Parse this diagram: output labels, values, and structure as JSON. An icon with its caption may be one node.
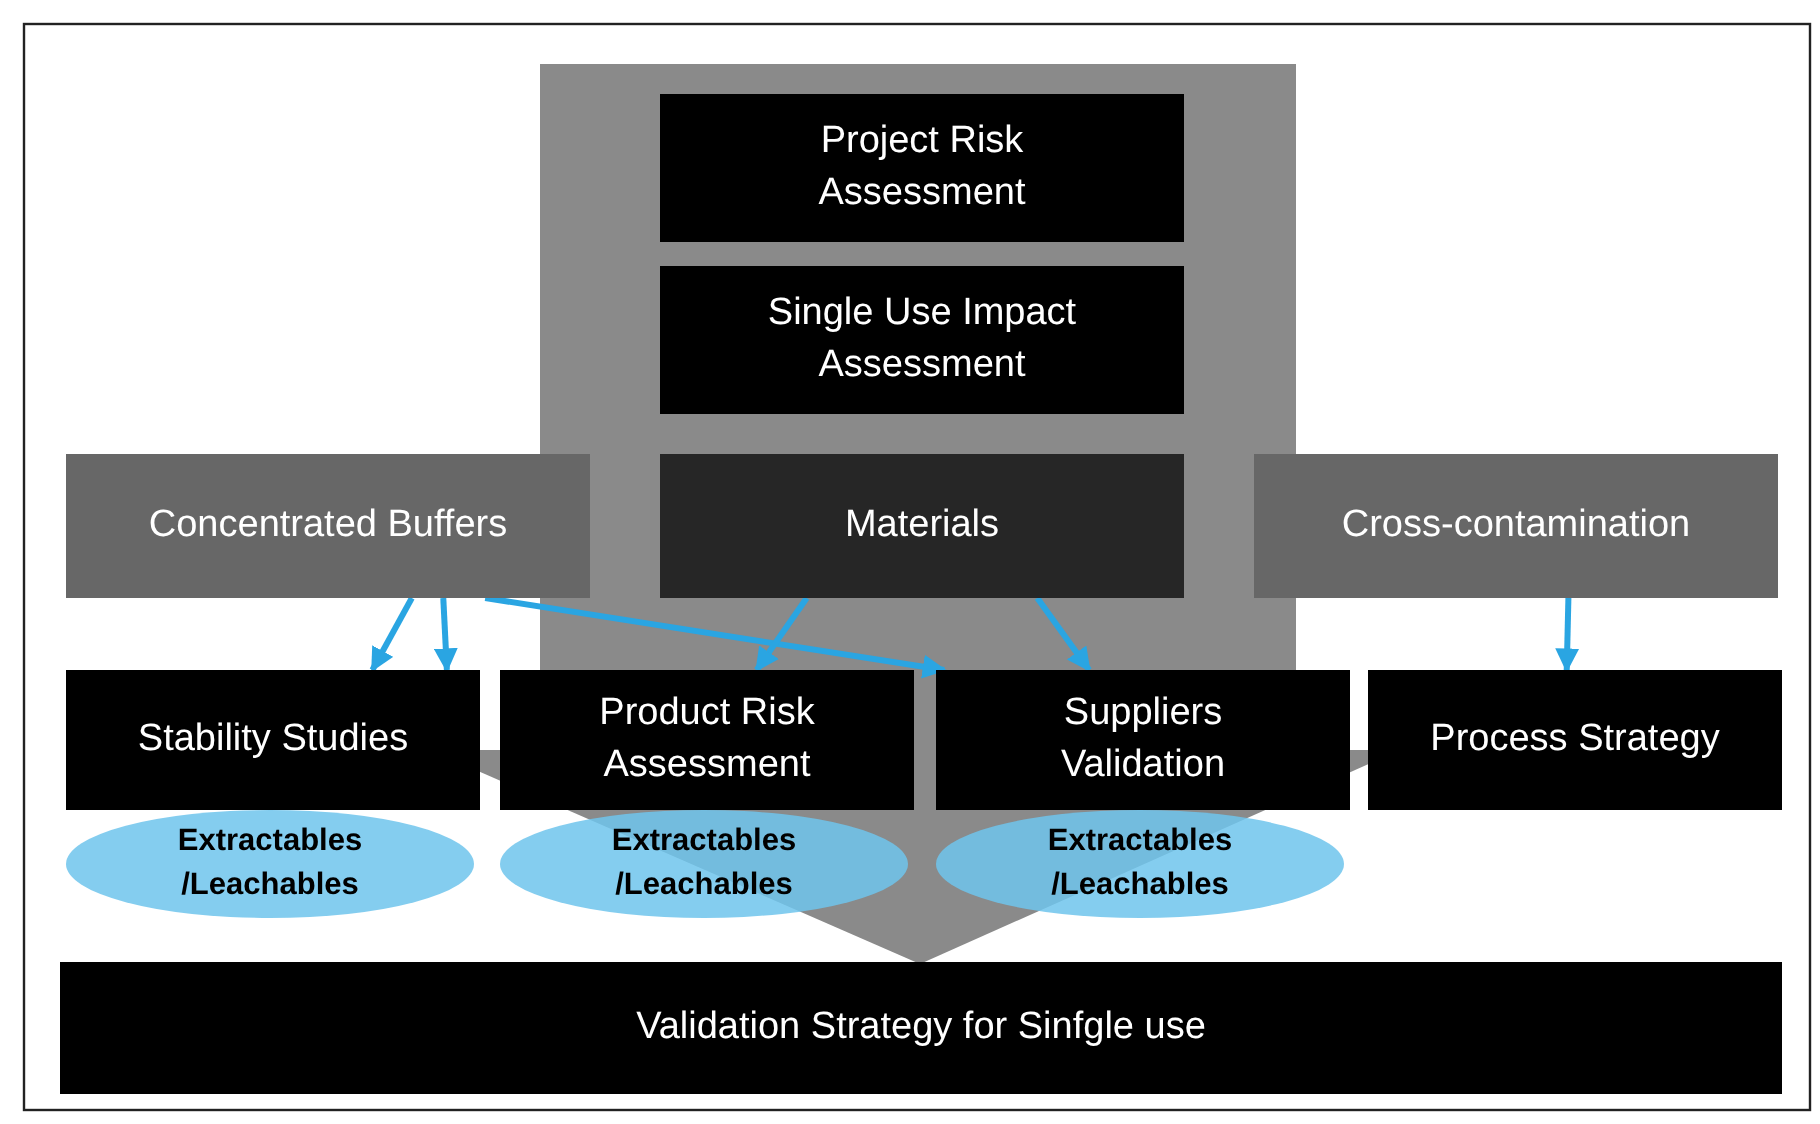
{
  "diagram": {
    "nodes": [
      {
        "text": [
          "Project Risk Assessment"
        ]
      },
      {
        "text": [
          "Single Use Impact Assessment"
        ]
      },
      {
        "text": [
          "Concentrated Buffers"
        ]
      },
      {
        "text": [
          "Materials"
        ]
      },
      {
        "text": [
          "Cross-contamination"
        ]
      },
      {
        "text": [
          "Stability Studies"
        ]
      },
      {
        "text": [
          "Product Risk Assessment"
        ]
      },
      {
        "text": [
          "Suppliers Validation"
        ]
      },
      {
        "text": [
          "Process Strategy"
        ]
      },
      {
        "text": [
          "Extractables /Leachables"
        ]
      },
      {
        "text": [
          "Extractables /Leachables"
        ]
      },
      {
        "text": [
          "Extractables /Leachables"
        ]
      },
      {
        "text": [
          "Validation Strategy for Sinfgle use"
        ]
      }
    ],
    "edges": [
      {
        "from": 2,
        "to": 5,
        "arrow": "to"
      },
      {
        "from": 2,
        "to": 5,
        "arrow": "to"
      },
      {
        "from": 2,
        "to": 7,
        "arrow": "to"
      },
      {
        "from": 3,
        "to": 6,
        "arrow": "to"
      },
      {
        "from": 3,
        "to": 7,
        "arrow": "to"
      },
      {
        "from": 4,
        "to": 8,
        "arrow": "to"
      }
    ]
  }
}
